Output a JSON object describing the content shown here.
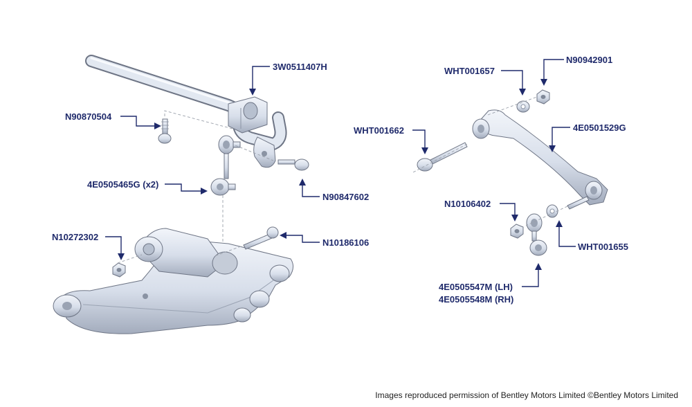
{
  "colors": {
    "label": "#1f2a6b",
    "part_fill": "#dfe5ef",
    "part_shadow": "#a9b2c2",
    "part_outline": "#6e7585"
  },
  "labels": {
    "sway_bar": "3W0511407H",
    "bolt_left": "N90870504",
    "drop_link": "4E0505465G (x2)",
    "bolt_right": "N90847602",
    "nut_lower": "N10272302",
    "bolt_lower": "N10186106",
    "washer_top": "WHT001657",
    "nut_top": "N90942901",
    "long_bolt": "WHT001662",
    "upper_arm": "4E0501529G",
    "nut_mid": "N10106402",
    "washer_right": "WHT001655",
    "link_lh": "4E0505547M (LH)",
    "link_rh": "4E0505548M (RH)"
  },
  "credit": "Images reproduced permission of Bentley Motors Limited ©Bentley Motors Limited"
}
